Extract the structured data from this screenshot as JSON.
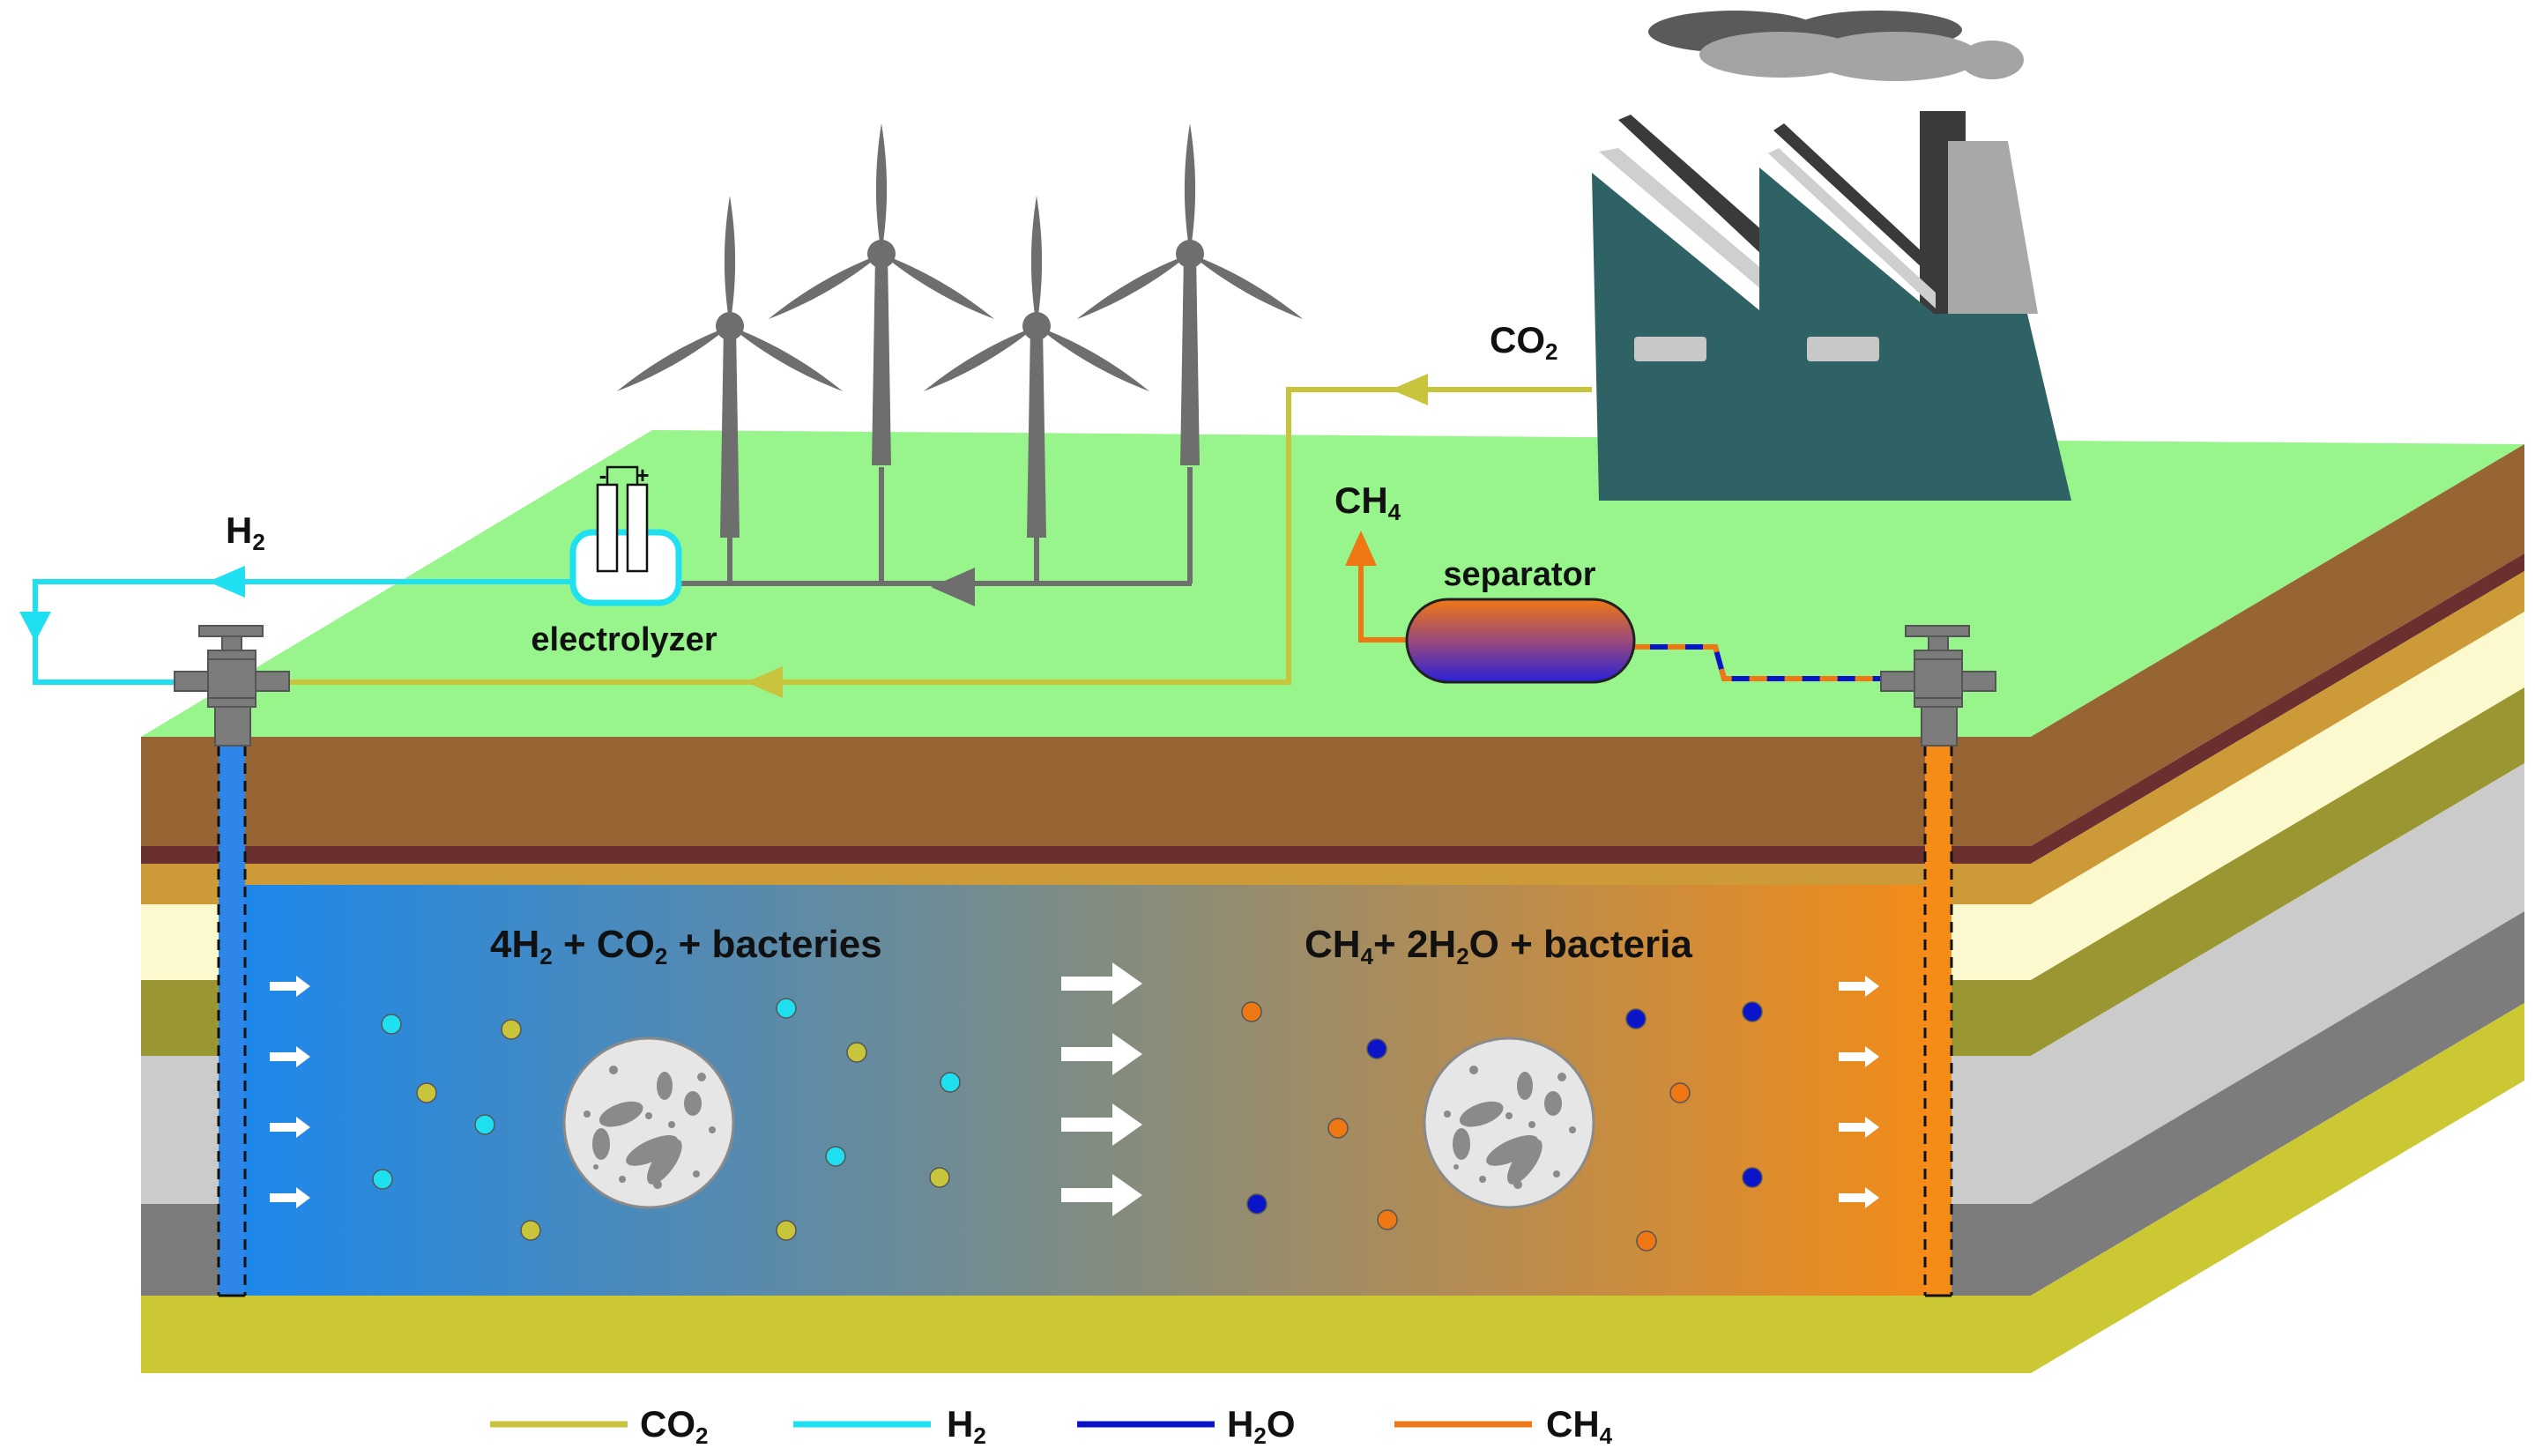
{
  "labels": {
    "h2_top": "H",
    "h2_top_sub": "2",
    "co2_top": "CO",
    "co2_top_sub": "2",
    "ch4_top": "CH",
    "ch4_top_sub": "4",
    "electrolyzer": "electrolyzer",
    "separator": "separator",
    "electrode_minus": "-",
    "electrode_plus": "+"
  },
  "reaction": {
    "left": {
      "a": "4H",
      "a_sub": "2",
      "b": " + CO",
      "b_sub": "2",
      "c": " + bacteries"
    },
    "right": {
      "a": "CH",
      "a_sub": "4",
      "b": "+ 2H",
      "b_sub": "2",
      "c": "O",
      "d": " + bacteria"
    }
  },
  "legend": [
    {
      "key": "co2",
      "text": "CO",
      "sub": "2",
      "tail": "",
      "color": "#c8c43c"
    },
    {
      "key": "h2",
      "text": "H",
      "sub": "2",
      "tail": "",
      "color": "#1fe0f0"
    },
    {
      "key": "h2o",
      "text": "H",
      "sub": "2",
      "tail": "O",
      "color": "#0a14c8"
    },
    {
      "key": "ch4",
      "text": "CH",
      "sub": "4",
      "tail": "",
      "color": "#f07814"
    }
  ],
  "colors": {
    "co2": "#c8c43c",
    "h2": "#1fe0f0",
    "h2o": "#0a14c8",
    "ch4": "#f07814",
    "grass": "#98f58c",
    "factory": "#2e6264",
    "turbine": "#6e6e6e",
    "reservoir_left": "#1a88ee",
    "reservoir_right": "#f38c18"
  }
}
